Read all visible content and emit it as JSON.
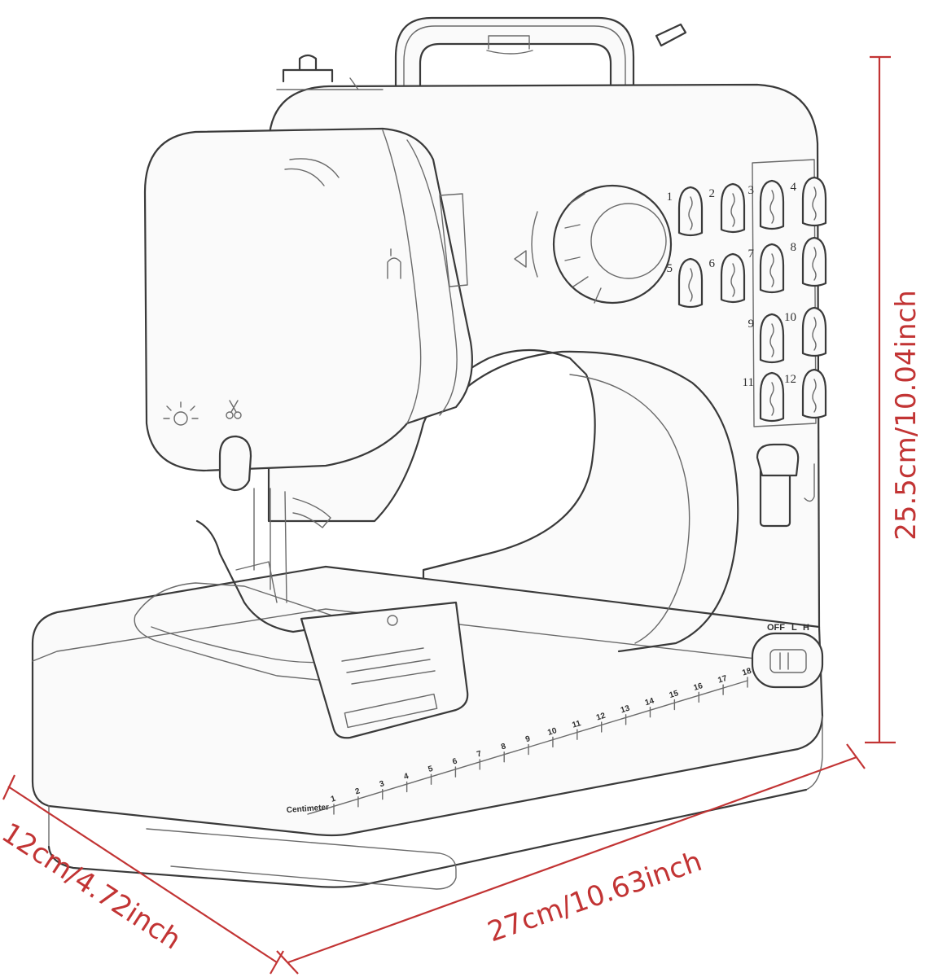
{
  "dimensions": {
    "height": "25.5cm/10.04inch",
    "width": "27cm/10.63inch",
    "depth": "12cm/4.72inch"
  },
  "stitch_patterns": [
    "1",
    "2",
    "3",
    "4",
    "5",
    "6",
    "7",
    "8",
    "9",
    "10",
    "11",
    "12"
  ],
  "power_switch": {
    "off": "OFF",
    "low": "L",
    "high": "H"
  },
  "ruler": {
    "unit_label": "Centimeter",
    "ticks": [
      "1",
      "2",
      "3",
      "4",
      "5",
      "6",
      "7",
      "8",
      "9",
      "10",
      "11",
      "12",
      "13",
      "14",
      "15",
      "16",
      "17",
      "18"
    ]
  },
  "colors": {
    "dimension_line": "#c23434",
    "outline": "#3a3a3a"
  },
  "icons": [
    "sewing-machine-outline",
    "light-icon",
    "scissors-icon",
    "thread-spool-icon",
    "stitch-dial-icon"
  ]
}
